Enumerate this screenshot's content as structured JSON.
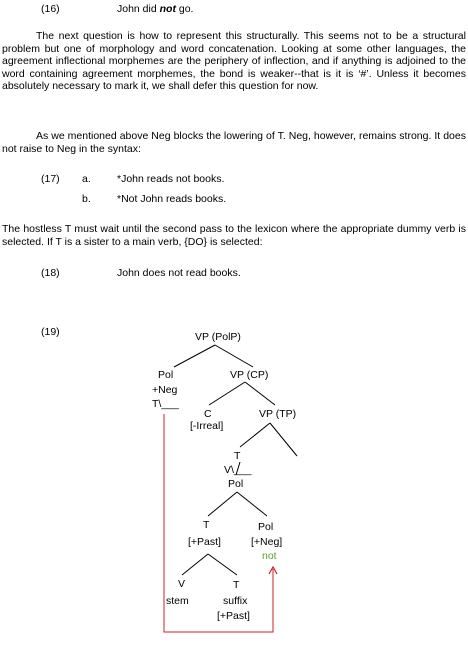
{
  "ex16": {
    "num": "(16)",
    "pre": "John did ",
    "emph": "not",
    "post": " go."
  },
  "para1": "The next question is how to represent this structurally. This seems not to be a structural problem but one of morphology and word concatenation. Looking at some other languages, the agreement inflectional morphemes are the periphery of inflection, and if anything is adjoined to the word containing agreement morphemes, the bond is weaker--that is it is ‘#’. Unless it becomes absolutely necessary to mark it, we shall defer this question for now.",
  "para2": "As we mentioned above Neg blocks the lowering of T. Neg, however, remains strong. It does not raise to Neg in the syntax:",
  "ex17": {
    "num": "(17)",
    "a_label": "a.",
    "a_text": "*John reads not books.",
    "b_label": "b.",
    "b_text": "*Not John reads books."
  },
  "para3": "The hostless T must wait until the second pass to the lexicon where the appropriate dummy verb is selected. If T is a sister to a main verb, {DO} is selected:",
  "ex18": {
    "num": "(18)",
    "text": "John does not read books."
  },
  "ex19": {
    "num": "(19)",
    "tree": {
      "vp_polp": "VP (PolP)",
      "pol": "Pol",
      "neg": "+Neg",
      "t_trace": "T\\___",
      "vp_cp": "VP (CP)",
      "c": "C",
      "irreal": "[-Irreal]",
      "vp_tp": "VP (TP)",
      "t1": "T",
      "v_trace": "V\\___",
      "pol2": "Pol",
      "t2": "T",
      "past1": "[+Past]",
      "pol3": "Pol",
      "neg2": "[+Neg]",
      "not": "not",
      "v": "V",
      "stem": "stem",
      "t3": "T",
      "suffix": "suffix",
      "past2": "[+Past]"
    }
  },
  "colors": {
    "arrow": "#c8202a",
    "not_word": "#5aa02c"
  }
}
